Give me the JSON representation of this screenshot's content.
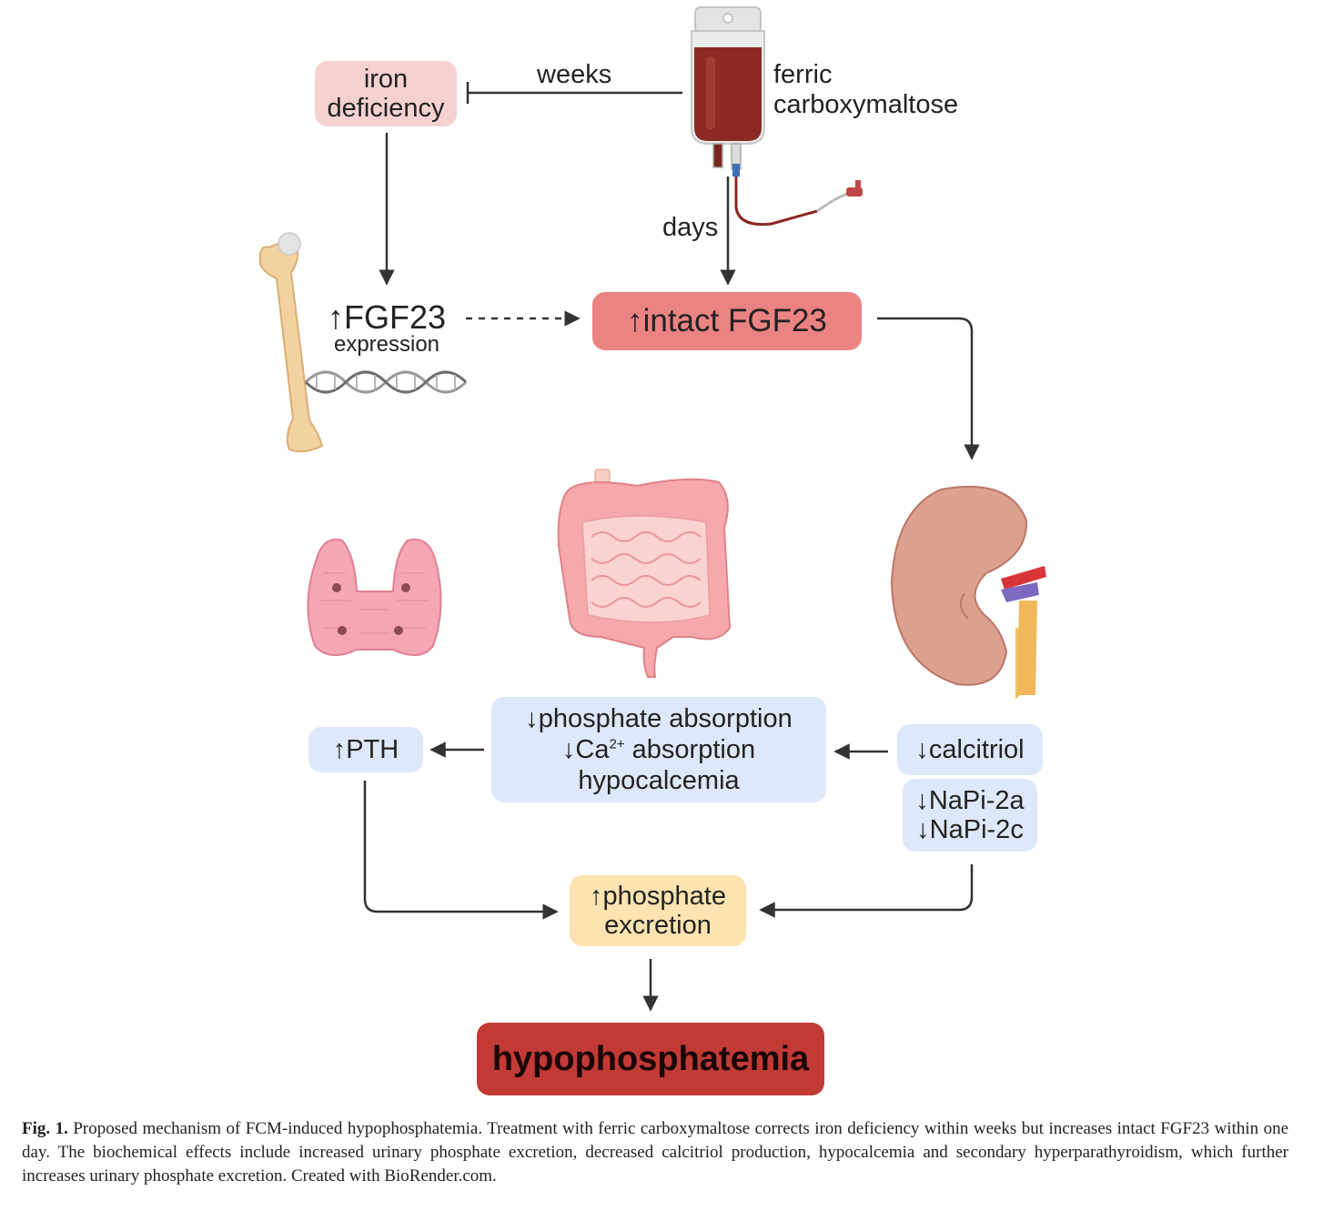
{
  "diagram": {
    "iron_deficiency": {
      "line1": "iron",
      "line2": "deficiency"
    },
    "weeks_label": "weeks",
    "days_label": "days",
    "fcm": {
      "line1": "ferric",
      "line2": "carboxymaltose"
    },
    "fgf23_expression": {
      "main": "↑FGF23",
      "sub": "expression"
    },
    "intact_fgf23": "↑intact FGF23",
    "absorption": {
      "line1": "↓phosphate absorption",
      "line2_pre": "↓Ca",
      "line2_sup": "2+",
      "line2_post": " absorption",
      "line3": "hypocalcemia"
    },
    "pth": "↑PTH",
    "calcitriol": "↓calcitriol",
    "napi": {
      "line1": "↓NaPi-2a",
      "line2": "↓NaPi-2c"
    },
    "phosphate_excretion": {
      "line1": "↑phosphate",
      "line2": "excretion"
    },
    "hypophosphatemia": "hypophosphatemia"
  },
  "caption": {
    "label": "Fig. 1.",
    "text": "Proposed mechanism of FCM-induced hypophosphatemia. Treatment with ferric carboxymaltose corrects iron deficiency within weeks but increases intact FGF23 within one day. The biochemical effects include increased urinary phosphate excretion, decreased calcitriol production, hypocalcemia and secondary hyperparathyroidism, which further increases urinary phosphate excretion. Created with BioRender.com."
  },
  "colors": {
    "iron_box": "#f5d2d0",
    "intact_box": "#ec8383",
    "blue_box": "#dde8fa",
    "excretion_box": "#fde3b0",
    "hypo_box": "#c13a35",
    "arrow": "#333333"
  },
  "icons": [
    "iv-bag-icon",
    "bone-icon",
    "dna-icon",
    "thyroid-icon",
    "intestine-icon",
    "kidney-icon"
  ]
}
